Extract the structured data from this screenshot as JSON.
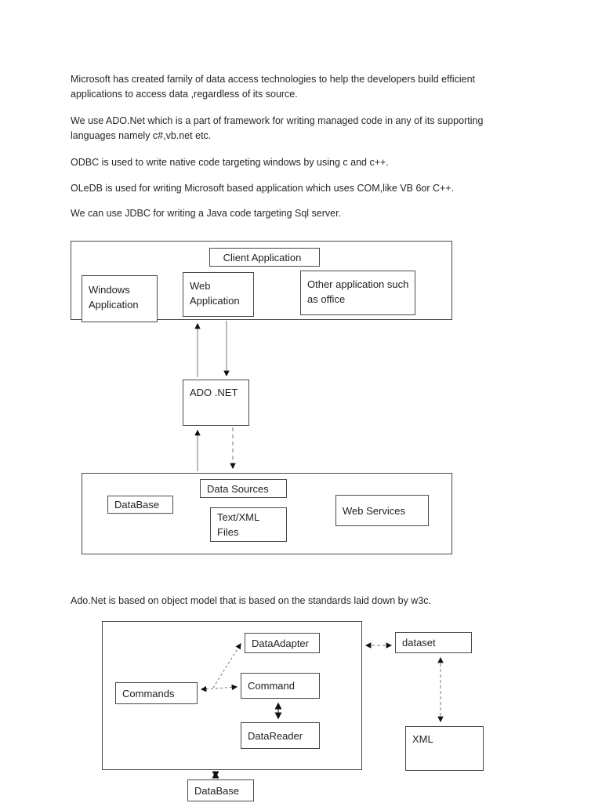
{
  "paragraphs": [
    {
      "lines": [
        "Microsoft  has created family of data access technologies to help the developers build efficient",
        "applications to access data ,regardless of its source."
      ]
    },
    {
      "lines": [
        "We use ADO.Net which is a part of framework for writing managed code in any of its supporting",
        "languages namely c#,vb.net etc."
      ]
    },
    {
      "lines": [
        "ODBC is used to write native code targeting windows by using c and c++."
      ]
    },
    {
      "lines": [
        "OLeDB is used for writing Microsoft based application which uses COM,like VB 6or C++."
      ]
    },
    {
      "lines": [
        "We can use JDBC for writing  a Java code targeting Sql server."
      ]
    },
    {
      "lines": [
        "Ado.Net is based on object model that is based on the standards laid down by w3c."
      ]
    }
  ],
  "diagram1": {
    "client_application": "Client Application",
    "windows_application": "Windows Application",
    "web_application": "Web Application",
    "other_application": "Other application such as office",
    "ado_net": "ADO .NET",
    "data_sources": "Data Sources",
    "database": "DataBase",
    "text_xml_files": "Text/XML Files",
    "web_services": "Web Services"
  },
  "diagram2": {
    "dataadapter": "DataAdapter",
    "command": "Command",
    "commands": "Commands",
    "datareader": "DataReader",
    "dataset": "dataset",
    "xml": "XML",
    "database": "DataBase"
  },
  "colors": {
    "background": "#ffffff",
    "text": "#262626",
    "box_border": "#4a4a4a",
    "arrow_head": "#111111",
    "connector_line": "#777777"
  }
}
